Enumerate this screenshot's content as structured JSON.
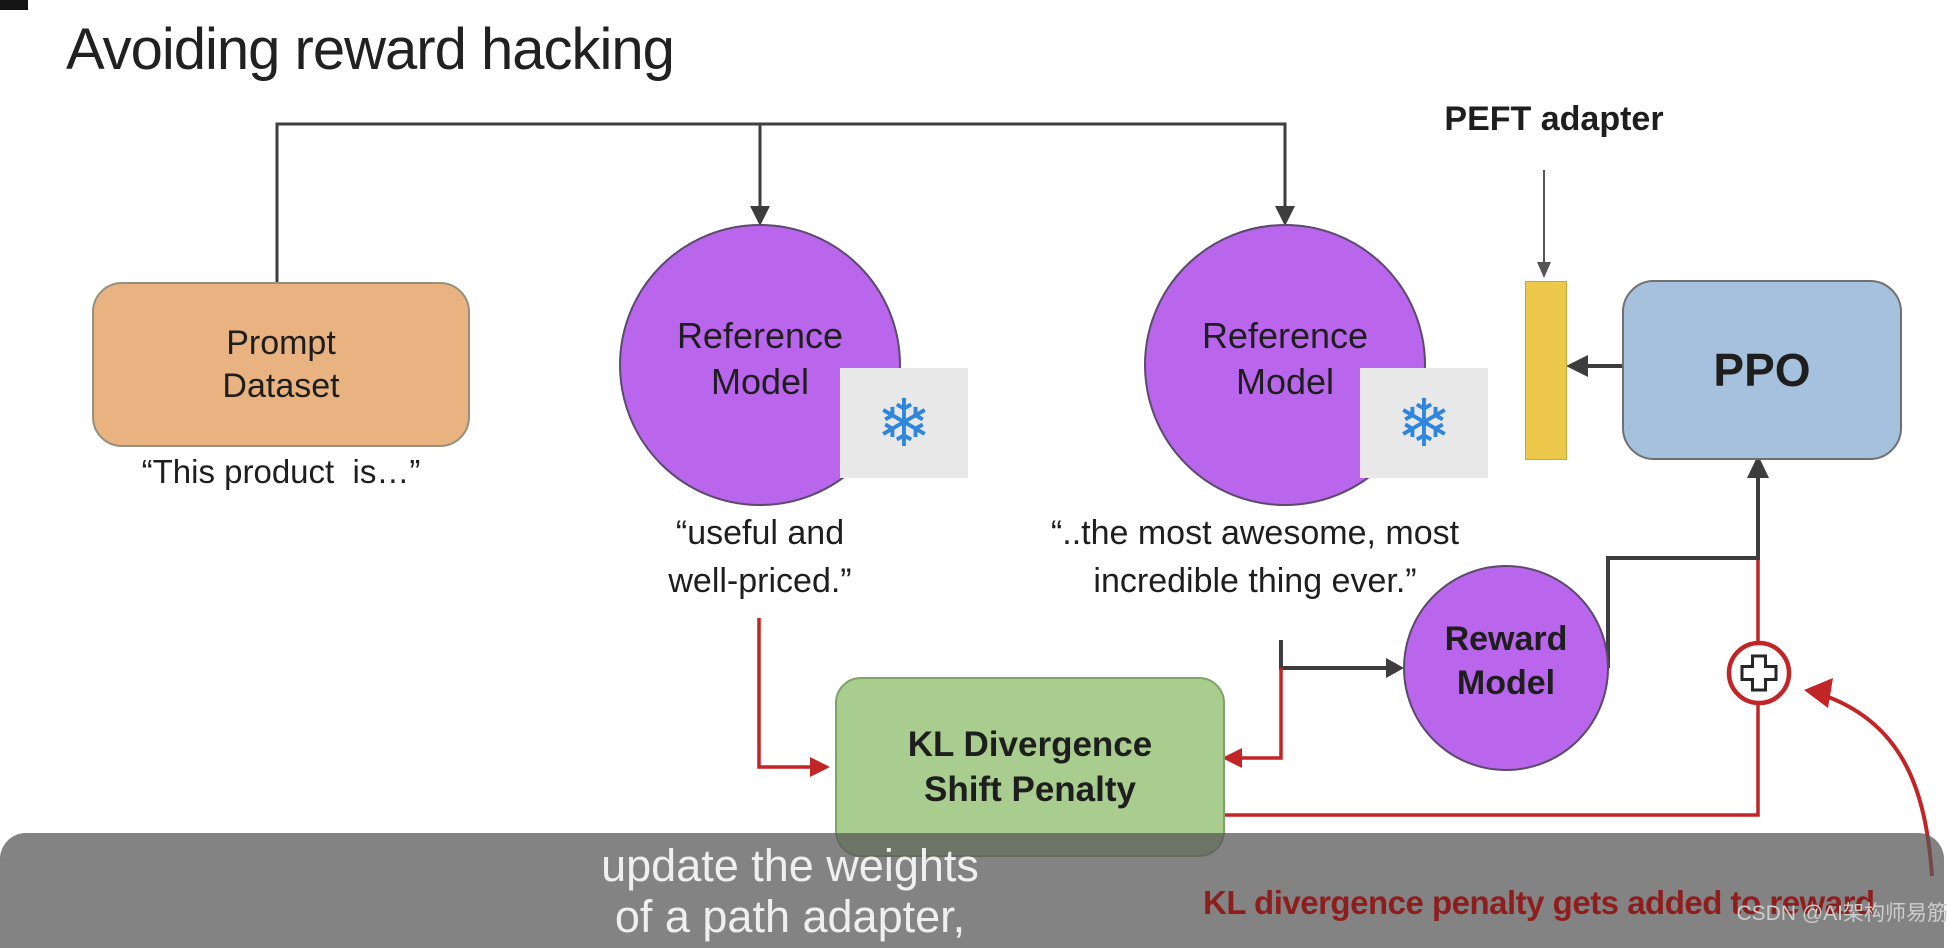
{
  "slide": {
    "title": "Avoiding reward hacking",
    "peft_label": "PEFT adapter",
    "nodes": {
      "prompt_dataset": {
        "line1": "Prompt",
        "line2": "Dataset",
        "quote": "“This product  is…”"
      },
      "reference_model_1": {
        "line1": "Reference",
        "line2": "Model",
        "quote_line1": "“useful and",
        "quote_line2": "well-priced.”"
      },
      "reference_model_2": {
        "line1": "Reference",
        "line2": "Model",
        "quote_line1": "“..the most awesome, most",
        "quote_line2": "incredible thing ever.”"
      },
      "reward_model": {
        "line1": "Reward",
        "line2": "Model"
      },
      "ppo": {
        "label": "PPO"
      },
      "kl_penalty": {
        "line1": "KL Divergence",
        "line2": "Shift Penalty"
      }
    },
    "icons": {
      "snowflake": "❄"
    },
    "annotation": "KL divergence penalty gets added to reward",
    "colors": {
      "circle_purple": "#BA66EC",
      "prompt_orange": "#E9B381",
      "ppo_blue": "#A6C1DD",
      "kl_green": "#A9CC8F",
      "adapter_yellow": "#ECC94B",
      "wire_dark": "#3d3d3d",
      "wire_red": "#C22525",
      "annotation_red": "#8E1E1E"
    }
  },
  "caption": {
    "line1": "update the weights",
    "line2": "of a path adapter,"
  },
  "watermark": "CSDN @AI架构师易筋"
}
